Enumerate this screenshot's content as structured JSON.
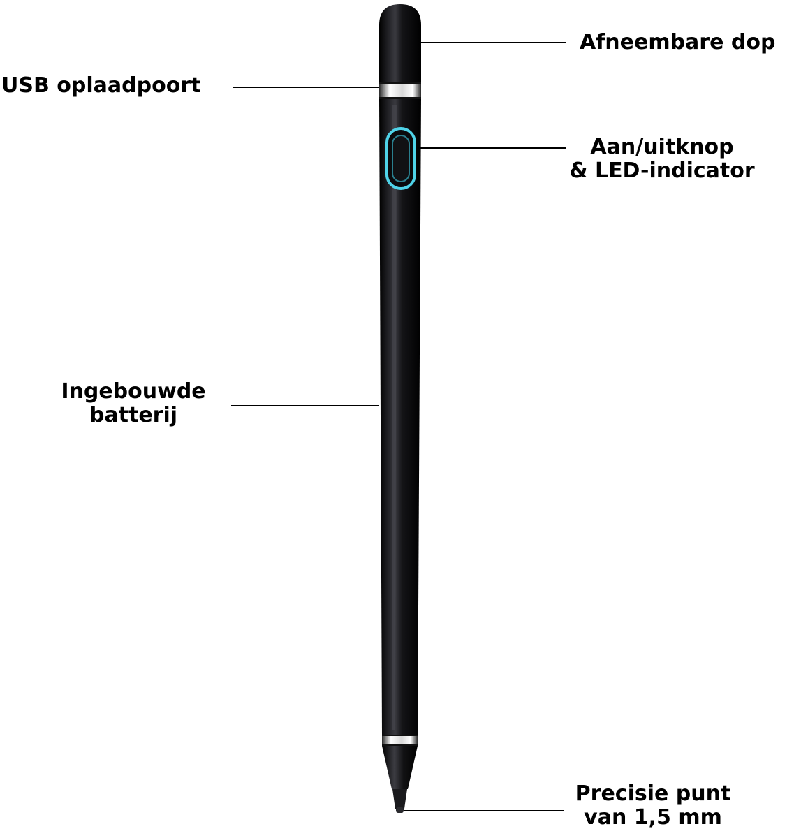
{
  "callouts": {
    "cap": {
      "line1": "Afneembare dop"
    },
    "usb": {
      "line1": "USB oplaadpoort"
    },
    "button": {
      "line1": "Aan/uitknop",
      "line2": "& LED-indicator"
    },
    "battery": {
      "line1": "Ingebouwde",
      "line2": "batterij"
    },
    "tip": {
      "line1": "Precisie punt",
      "line2": "van 1,5 mm"
    }
  },
  "colors": {
    "background": "#ffffff",
    "text": "#000000",
    "pen_body": "#0b0b0d",
    "led_ring": "#4fd3e8"
  }
}
